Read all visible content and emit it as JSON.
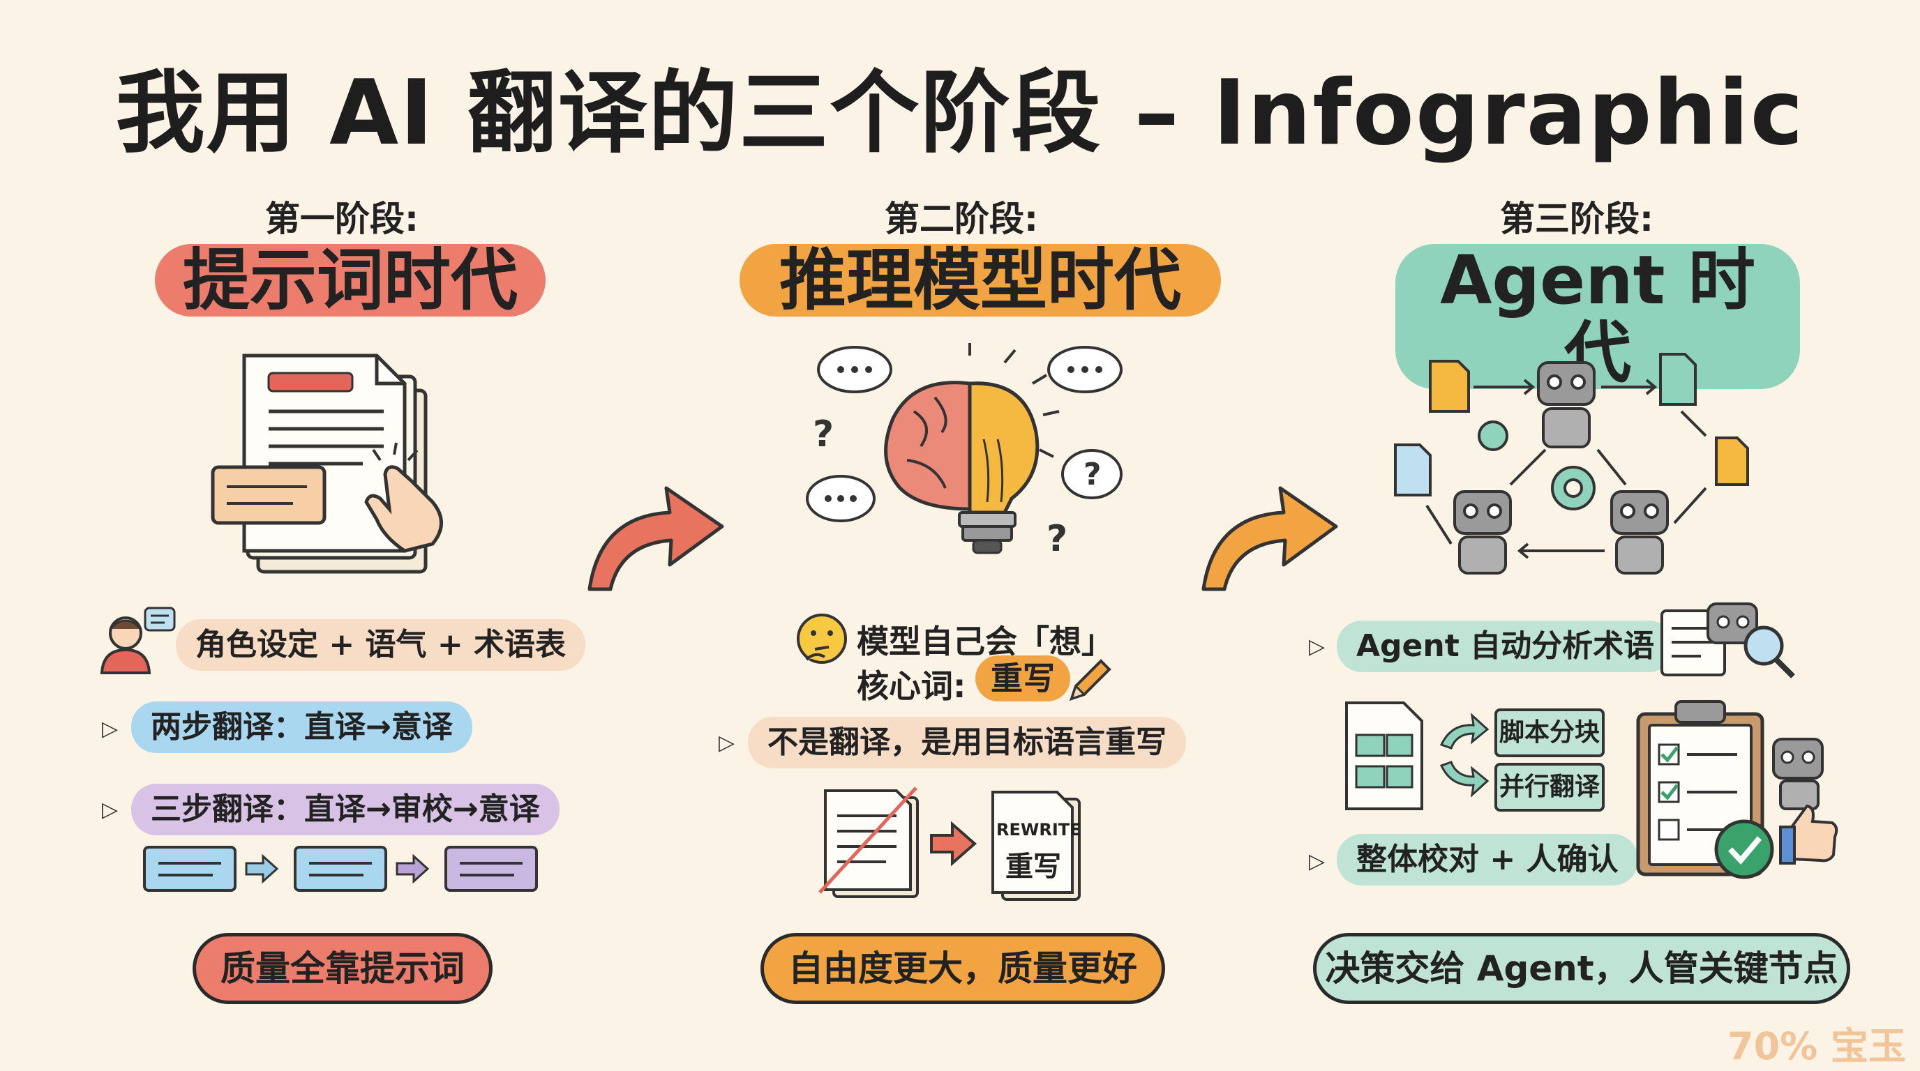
{
  "title": "我用 AI 翻译的三个阶段 – Infographic",
  "stages": [
    {
      "label": "第一阶段:",
      "name": "提示词时代",
      "accent": "#ec7c6c",
      "chips": [
        "角色设定 + 语气 + 术语表",
        "两步翻译：直译→意译",
        "三步翻译：直译→审校→意译"
      ],
      "summary": "质量全靠提示词"
    },
    {
      "label": "第二阶段:",
      "name": "推理模型时代",
      "accent": "#f2a443",
      "think_line": "模型自己会「想」",
      "keyword_label": "核心词:",
      "keyword": "重写",
      "chip": "不是翻译，是用目标语言重写",
      "rewrite_en": "REWRITE",
      "rewrite_cn": "重写",
      "summary": "自由度更大，质量更好"
    },
    {
      "label": "第三阶段:",
      "name": "Agent 时代",
      "accent": "#8fd3bc",
      "chip_top": "Agent 自动分析术语",
      "box1": "脚本分块",
      "box2": "并行翻译",
      "chip_bottom": "整体校对 + 人确认",
      "summary": "决策交给 Agent，人管关键节点"
    }
  ],
  "watermark": "70% 宝玉"
}
